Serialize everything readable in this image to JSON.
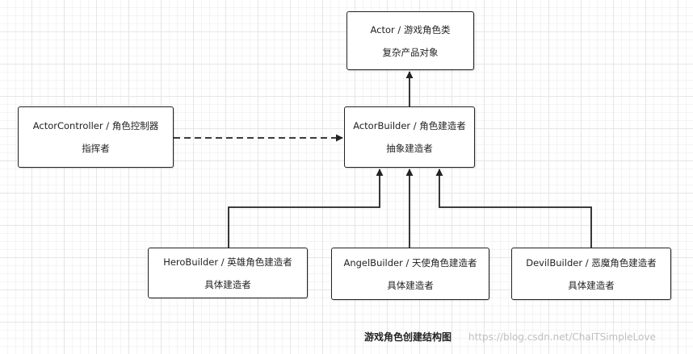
{
  "diagram": {
    "actor": {
      "line1": "Actor / 游戏角色类",
      "line2": "复杂产品对象"
    },
    "controller": {
      "line1": "ActorController / 角色控制器",
      "line2": "指挥者"
    },
    "builder": {
      "line1": "ActorBuilder / 角色建造者",
      "line2": "抽象建造者"
    },
    "hero": {
      "line1": "HeroBuilder / 英雄角色建造者",
      "line2": "具体建造者"
    },
    "angel": {
      "line1": "AngelBuilder / 天使角色建造者",
      "line2": "具体建造者"
    },
    "devil": {
      "line1": "DevilBuilder / 恶魔角色建造者",
      "line2": "具体建造者"
    },
    "caption": "游戏角色创建结构图",
    "watermark": "https://blog.csdn.net/ChaITSimpleLove"
  }
}
